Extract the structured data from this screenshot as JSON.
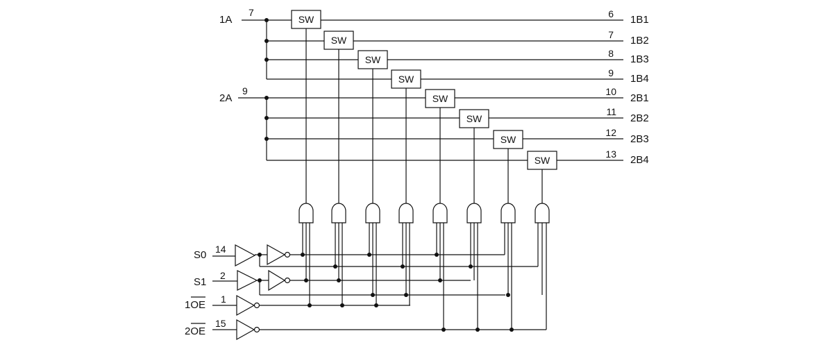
{
  "inputs": {
    "a1": {
      "label": "1A",
      "pin": "7"
    },
    "a2": {
      "label": "2A",
      "pin": "9"
    }
  },
  "switch_label": "SW",
  "outputs": [
    {
      "label": "1B1",
      "pin": "6"
    },
    {
      "label": "1B2",
      "pin": "7"
    },
    {
      "label": "1B3",
      "pin": "8"
    },
    {
      "label": "1B4",
      "pin": "9"
    },
    {
      "label": "2B1",
      "pin": "10"
    },
    {
      "label": "2B2",
      "pin": "11"
    },
    {
      "label": "2B3",
      "pin": "12"
    },
    {
      "label": "2B4",
      "pin": "13"
    }
  ],
  "controls": {
    "s0": {
      "label": "S0",
      "pin": "14"
    },
    "s1": {
      "label": "S1",
      "pin": "2"
    },
    "oe1": {
      "label": "1OE",
      "pin": "1"
    },
    "oe2": {
      "label": "2OE",
      "pin": "15"
    }
  }
}
